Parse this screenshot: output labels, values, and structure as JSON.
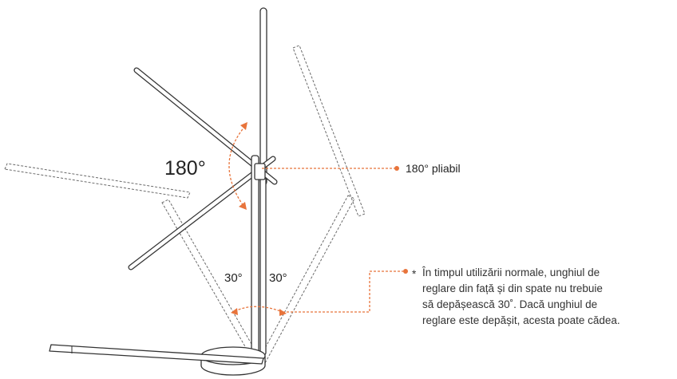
{
  "labels": {
    "fold_angle": "180°",
    "tilt_left": "30°",
    "tilt_right": "30°",
    "fold_callout": "180° pliabil"
  },
  "note": {
    "marker": "*",
    "lines": [
      "În timpul utilizării normale, unghiul de",
      "reglare din față și din spate nu trebuie",
      "să depășească 30˚. Dacă unghiul de",
      "reglare este depășit, acesta poate cădea."
    ]
  },
  "colors": {
    "line": "#333333",
    "dashed": "#666666",
    "accent": "#e8743b"
  }
}
